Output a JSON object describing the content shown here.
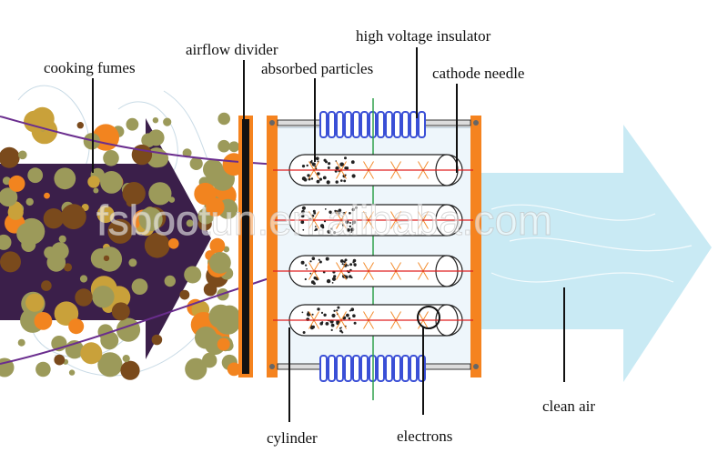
{
  "labels": {
    "cooking_fumes": "cooking fumes",
    "airflow_divider": "airflow divider",
    "absorbed_particles": "absorbed particles",
    "high_voltage_insulator": "high voltage insulator",
    "cathode_needle": "cathode needle",
    "clean_air": "clean air",
    "cylinder": "cylinder",
    "electrons": "electrons"
  },
  "watermark": "fsbootun.en.alibaba.com",
  "colors": {
    "fume_arrow": "#3b1f4a",
    "particle_olive": "#9c9a5a",
    "particle_orange": "#f2841f",
    "particle_brown": "#7a4a1c",
    "frame_orange": "#f5831f",
    "insulator_blue": "#3a4fd6",
    "clean_air": "#bfe6f2",
    "needle_red": "#e02020"
  }
}
